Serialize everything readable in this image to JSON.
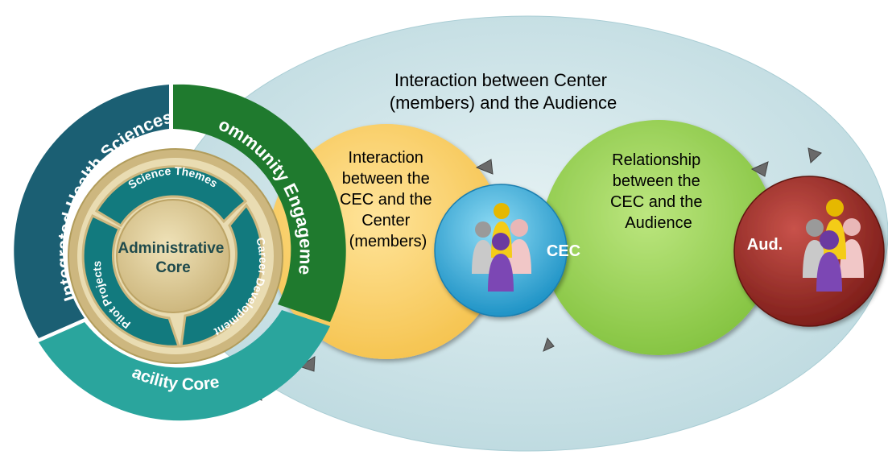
{
  "outer_ellipse": {
    "label_lines": [
      "Interaction between Center",
      "(members) and the Audience"
    ],
    "color": "#cfe6ea"
  },
  "circle_yellow": {
    "label_lines": [
      "Interaction",
      "between the",
      "CEC and the",
      "Center",
      "(members)"
    ],
    "color": "#fbd56e"
  },
  "circle_green": {
    "label_lines": [
      "Relationship",
      "between the",
      "CEC and the",
      "Audience"
    ],
    "color": "#9fd65a"
  },
  "circle_cec": {
    "label": "CEC",
    "color": "#3db3e0"
  },
  "circle_aud": {
    "label": "Aud.",
    "color": "#9b2b26"
  },
  "center_wheel": {
    "outer_arcs": [
      {
        "label": "Integrated Health Sciences",
        "color": "#1b5f73"
      },
      {
        "label": "Community Engagement",
        "color": "#1f7a2e"
      },
      {
        "label": "Facility Cores",
        "color": "#2aa59d"
      }
    ],
    "inner_arrows": [
      {
        "label": "Science Themes"
      },
      {
        "label": "Career Development"
      },
      {
        "label": "Pilot Projects"
      }
    ],
    "core_lines": [
      "Administrative",
      "Core"
    ]
  }
}
